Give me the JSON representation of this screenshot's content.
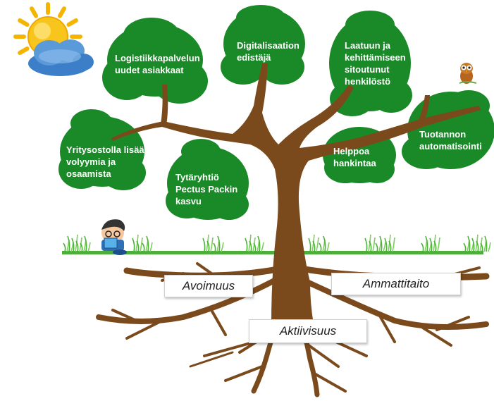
{
  "colors": {
    "foliage": "#1a8a28",
    "trunk": "#7a4a1c",
    "grass": "#4caf3a",
    "sun": "#f7c51c",
    "cloud": "#3c7fc8"
  },
  "icons": [
    "sun-icon",
    "cloud-icon",
    "owl-icon",
    "reading-boy-icon",
    "grass-icon"
  ],
  "canopy": [
    {
      "id": "logistics",
      "lines": [
        "Logistiikkapalvelun",
        "uudet asiakkaat"
      ]
    },
    {
      "id": "digital",
      "lines": [
        "Digitalisaation",
        "edistäjä"
      ]
    },
    {
      "id": "quality",
      "lines": [
        "Laatuun ja",
        "kehittämiseen",
        "sitoutunut",
        "henkilöstö"
      ]
    },
    {
      "id": "automation",
      "lines": [
        "Tuotannon",
        "automatisointi"
      ]
    },
    {
      "id": "procurement",
      "lines": [
        "Helppoa",
        "hankintaa"
      ]
    },
    {
      "id": "acquisitions",
      "lines": [
        "Yritysostolla lisää",
        "volyymia ja",
        "osaamista"
      ]
    },
    {
      "id": "subsidiary",
      "lines": [
        "Tytäryhtiö",
        "Pectus Packin",
        "kasvu"
      ]
    }
  ],
  "roots": {
    "openness": "Avoimuus",
    "expertise": "Ammattitaito",
    "activity": "Aktiivisuus"
  }
}
